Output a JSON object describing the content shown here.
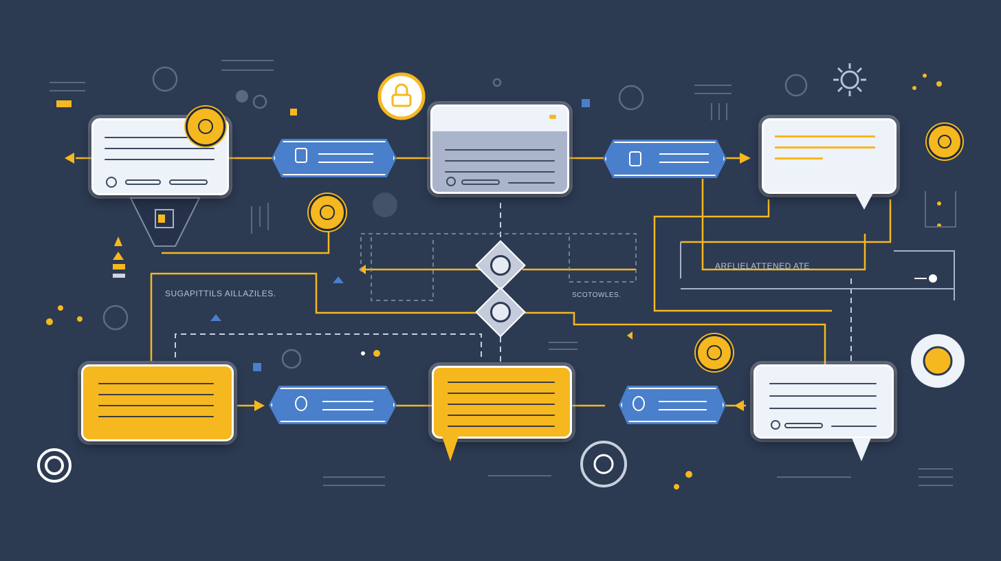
{
  "labels": {
    "left_annotation": "SUGAPITTILS AILLAZILES.",
    "center_annotation": "SCOTOWLES.",
    "right_annotation": "ARFLIELATTENED ATE"
  },
  "colors": {
    "background": "#2c3a52",
    "accent_yellow": "#f6b81f",
    "accent_blue": "#4a7fcb",
    "card_white": "#eef2f9",
    "card_gray": "#aab5cb"
  },
  "icons": {
    "lock": "lock-icon",
    "gear": "gear-icon",
    "chat": "chat-bubble-icon",
    "hub": "hub-node-icon"
  }
}
